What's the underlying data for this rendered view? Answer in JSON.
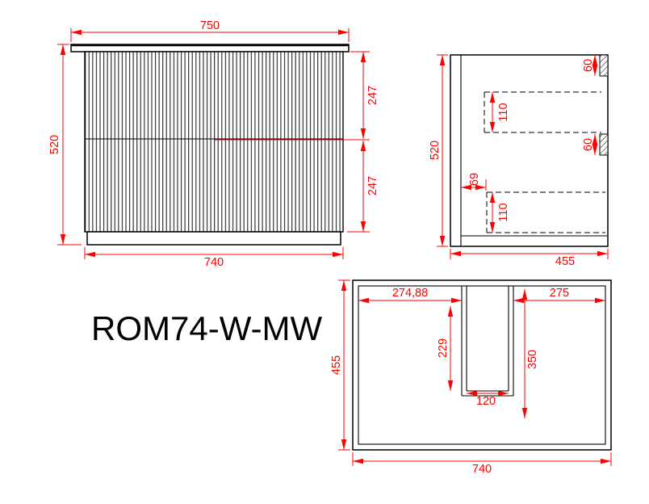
{
  "title": "ROM74-W-MW",
  "colors": {
    "dimension_red": "#ff0000",
    "outline_black": "#000000"
  },
  "front_view": {
    "top_width": "750",
    "height": "520",
    "upper_drawer_height": "247",
    "lower_drawer_height": "247",
    "bottom_width": "740"
  },
  "side_view": {
    "height": "520",
    "depth": "455",
    "top_bracket_height": "60",
    "upper_runner_height": "110",
    "mid_bracket_height": "60",
    "runner_offset": "69",
    "lower_runner_height": "110"
  },
  "plan_view": {
    "depth": "455",
    "bottom_width": "740",
    "left_section_width": "274,88",
    "right_section_width": "275",
    "left_cavity_depth": "229",
    "right_cavity_depth": "350",
    "center_gap_width": "120"
  }
}
